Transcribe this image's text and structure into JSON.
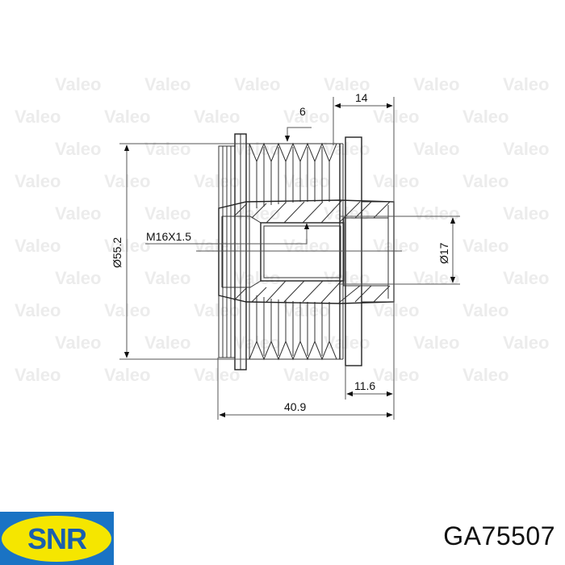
{
  "drawing": {
    "title": "Alternator overrunning pulley technical drawing",
    "watermark": "Valeo",
    "watermark_color": "#ececec",
    "dimensions": {
      "groove_count_label": "6",
      "width_top": "14",
      "thread": "M16X1.5",
      "outer_diameter": "Ø55.2",
      "bore_diameter": "Ø17",
      "width_bottom": "11.6",
      "overall_length": "40.9"
    }
  },
  "brand": {
    "name": "SNR",
    "logo_bg_color": "#1a73c4",
    "logo_ellipse_color": "#f5e600",
    "logo_text_color": "#1a5fae"
  },
  "part_number": "GA75507"
}
